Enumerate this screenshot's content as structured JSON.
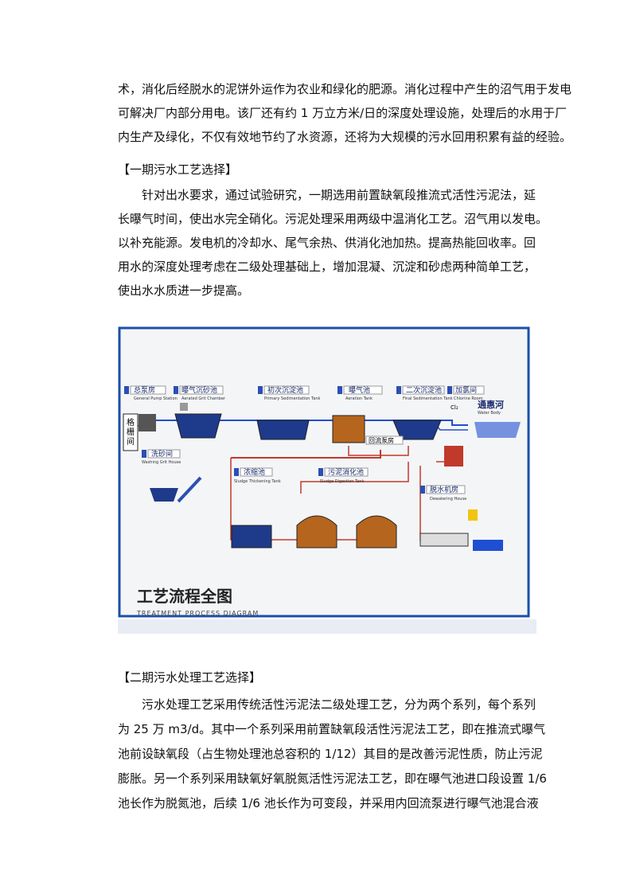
{
  "intro": {
    "lines": [
      "术，消化后经脱水的泥饼外运作为农业和绿化的肥源。消化过程中产生的沼气用于发电",
      "可解决厂内部分用电。该厂还有约 1 万立方米/日的深度处理设施，处理后的水用于厂",
      "内生产及绿化，不仅有效地节约了水资源，还将为大规模的污水回用积累有益的经验。"
    ]
  },
  "section1": {
    "heading": "【一期污水工艺选择】",
    "lines": [
      "针对出水要求，通过试验研究，一期选用前置缺氧段推流式活性污泥法，延",
      "长曝气时间，使出水完全硝化。污泥处理采用两级中温消化工艺。沼气用以发电。",
      "以补充能源。发电机的冷却水、尾气余热、供消化池加热。提高热能回收率。回",
      "用水的深度处理考虑在二级处理基础上，增加混凝、沉淀和砂虑两种简单工艺，",
      "使出水水质进一步提高。"
    ]
  },
  "diagram": {
    "title": "工艺流程全图",
    "subtitle": "TREATMENT PROCESS DIAGRAM",
    "left_label": "格栅间",
    "labels": {
      "pump": "总泵房",
      "pump_en": "General Pump Station",
      "grit": "曝气沉砂池",
      "grit_en": "Aerated Grit Chamber",
      "primary": "初次沉淀池",
      "primary_en": "Primary Sedimentation Tank",
      "aeration": "曝气池",
      "aeration_en": "Aeration Tank",
      "final": "二次沉淀池",
      "final_en": "Final Sedimentation Tank",
      "chlorine": "加氯间",
      "chlorine_en": "Chlorine Room",
      "cl2": "Cl₂",
      "river": "通惠河",
      "river_en": "Water Body",
      "return_pump": "回流泵房",
      "washing": "洗砂间",
      "washing_en": "Washing Grit House",
      "thickening": "浓缩池",
      "thickening_en": "Sludge Thickening Tank",
      "digestion": "污泥消化池",
      "digestion_en": "Sludge Digestion Tank",
      "dewatering": "脱水机房",
      "dewatering_en": "Dewatering House"
    }
  },
  "section2": {
    "heading": "【二期污水处理工艺选择】",
    "lines": [
      "污水处理工艺采用传统活性污泥法二级处理工艺，分为两个系列，每个系列",
      "为 25 万 m3/d。其中一个系列采用前置缺氧段活性污泥法工艺，即在推流式曝气",
      "池前设缺氧段（占生物处理池总容积的 1/12）其目的是改善污泥性质，防止污泥",
      "膨胀。另一个系列采用缺氧好氧脱氮活性污泥法工艺，即在曝气池进口段设置 1/6",
      "池长作为脱氮池，后续 1/6 池长作为可变段，并采用内回流泵进行曝气池混合液"
    ]
  },
  "colors": {
    "water": "#1f4fd1",
    "sludge": "#c0392b",
    "label_bg": "#2b4fb3",
    "border": "#1c4fa8"
  }
}
